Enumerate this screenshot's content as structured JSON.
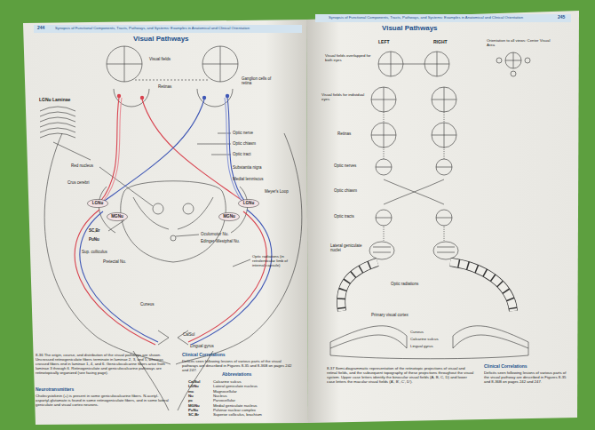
{
  "diagram": {
    "title": "Visual Pathways",
    "caption": "8-36 The origin, course, and distribution of the visual pathways are shown. Uncrossed retinogeniculate fibers terminate in laminae 2, 3, and 5, whereas crossed fibers end in laminae 1, 4, and 6. Geniculocalcarine fibers arise from laminae 3 through 6. Retinogeniculate and geniculocalcarine pathways are retinotopically organized (see facing page).",
    "nodes": [
      {
        "text": [
          "LGNu"
        ]
      },
      {
        "text": [
          "MGNu"
        ]
      },
      {
        "text": [
          "MGNu"
        ]
      },
      {
        "text": [
          "LGNu"
        ]
      }
    ],
    "labels": [
      "244",
      "Synopsis of Functional Components, Tracts, Pathways, and Systems: Examples in Anatomical and Clinical Orientation",
      "Visual fields",
      "Retinas",
      "Ganglion cells of retina",
      "LGNu Laminae",
      "Optic nerve",
      "Optic chiasm",
      "Optic tract",
      "Substantia nigra",
      "Medial lemniscus",
      "Meyer's Loop",
      "Red nucleus",
      "Crus cerebri",
      "SC,Br",
      "PuNu",
      "Sup. colliculus",
      "Pretectal Nu.",
      "Oculomotor Nu.",
      "Edinger-Westphal Nu.",
      "Optic radiations (in retrolenticular limb of internal capsule)",
      "Cuneus",
      "CalSul",
      "Lingual gyrus",
      "Neurotransmitters",
      "Cholecystokinin (+) is present in some geniculocalcarine fibers. N-acetyl-aspartyl-glutamate is found in some retinogeniculate fibers, and in some lateral geniculate and visual cortex neurons.",
      "Clinical Correlations",
      "Deficits seen following lesions of various parts of the visual pathways are described in Figures 8-35 and 8-36B on pages 242 and 247.",
      "Abbreviations",
      "CalSul",
      "Calcarine sulcus",
      "LGNu",
      "Lateral geniculate nucleus",
      "mc",
      "Magnocellular",
      "Nu",
      "Nucleus",
      "pc",
      "Parvocellular",
      "MGNu",
      "Medial geniculate nucleus",
      "PuNu",
      "Pulvinar nuclear complex",
      "SC,Br",
      "Superior colliculus, brachium",
      "245",
      "Synopsis of Functional Components, Tracts, Pathways, and Systems: Examples in Anatomical and Clinical Orientation",
      "Visual Pathways",
      "LEFT",
      "RIGHT",
      "Visual fields overlapped for both eyes",
      "Orientation to all views: Center Visual Area",
      "Visual fields for individual eyes",
      "Retinas",
      "Optic nerves",
      "Optic chiasm",
      "Optic tracts",
      "Lateral geniculate nuclei",
      "Optic radiations",
      "Primary visual cortex",
      "Cuneus",
      "Calcarine sulcus",
      "Lingual gyrus",
      "8-37 Semi-diagrammatic representation of the retinotopic projections of visual and retinal fields, and the subsequent topography of these projections throughout the visual system. Upper case letters identify the binocular visual fields (A, B, C, D) and lower case letters the macular visual fields (A', B', C', D').",
      "Clinical Correlations",
      "Deficits seen following lesions of various parts of the visual pathway are described in Figures 8-35 and 8-36B on pages 242 and 247."
    ]
  }
}
